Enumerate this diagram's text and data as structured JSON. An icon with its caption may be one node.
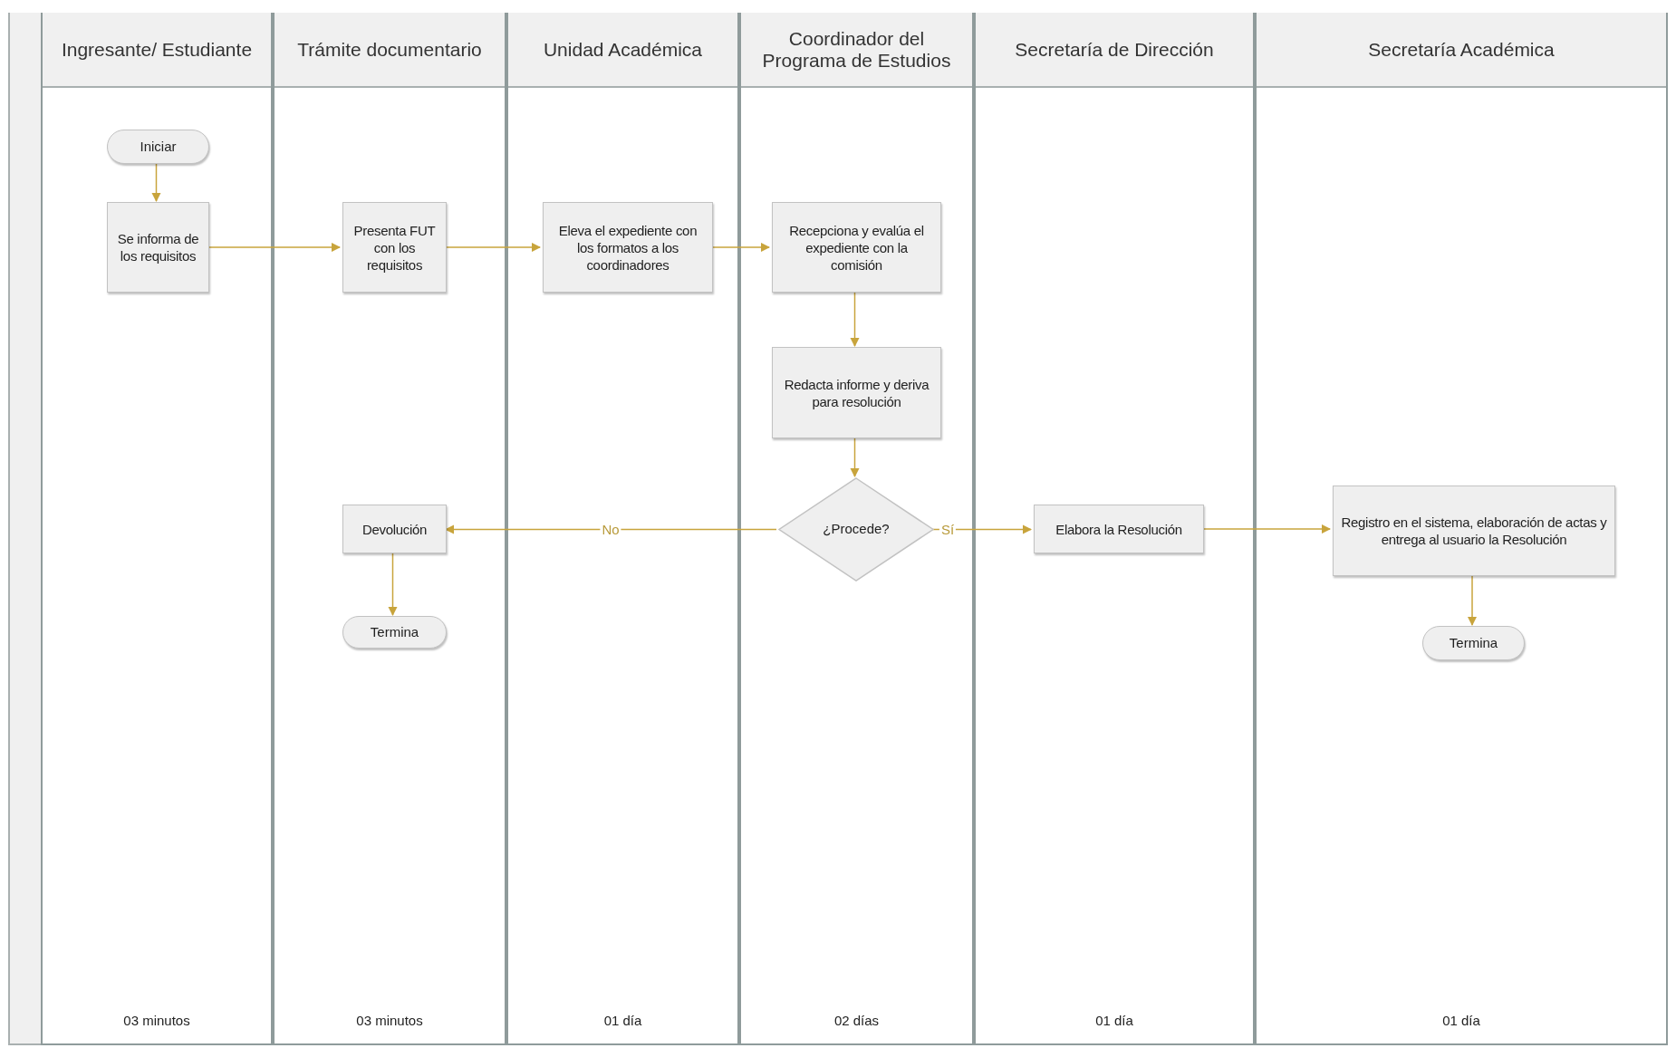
{
  "diagram": {
    "nodes": [
      {
        "text": [
          "Ingresante/ Estudiante",
          "03 minutos"
        ]
      },
      {
        "text": [
          "Trámite documentario",
          "03 minutos"
        ]
      },
      {
        "text": [
          "Unidad Académica",
          "01 día"
        ]
      },
      {
        "text": [
          "Coordinador del Programa de Estudios",
          "02 días"
        ]
      },
      {
        "text": [
          "Secretaría de Dirección",
          "01 día"
        ]
      },
      {
        "text": [
          "Secretaría Académica",
          "01 día"
        ]
      },
      {
        "text": [
          "Iniciar"
        ],
        "in": 0
      },
      {
        "text": [
          "Se informa de los requisitos"
        ],
        "in": 0
      },
      {
        "text": [
          "Presenta FUT con los requisitos"
        ],
        "in": 1
      },
      {
        "text": [
          "Eleva el expediente con los formatos a los coordinadores"
        ],
        "in": 2
      },
      {
        "text": [
          "Recepciona y evalúa el expediente con la comisión"
        ],
        "in": 3
      },
      {
        "text": [
          "Redacta informe y deriva para resolución"
        ],
        "in": 3
      },
      {
        "text": [
          "¿Procede?"
        ],
        "in": 3
      },
      {
        "text": [
          "Devolución"
        ],
        "in": 1
      },
      {
        "text": [
          "Termina"
        ],
        "in": 1
      },
      {
        "text": [
          "Elabora la Resolución"
        ],
        "in": 4
      },
      {
        "text": [
          "Registro en el sistema, elaboración de actas y entrega al usuario la Resolución"
        ],
        "in": 5
      },
      {
        "text": [
          "Termina"
        ],
        "in": 5
      }
    ],
    "edges": [
      {
        "from": 6,
        "to": 7,
        "arrow": "to"
      },
      {
        "from": 7,
        "to": 8,
        "arrow": "to"
      },
      {
        "from": 8,
        "to": 9,
        "arrow": "to"
      },
      {
        "from": 9,
        "to": 10,
        "arrow": "to"
      },
      {
        "from": 10,
        "to": 11,
        "arrow": "to"
      },
      {
        "from": 11,
        "to": 12,
        "arrow": "to"
      },
      {
        "from": 12,
        "to": 13,
        "arrow": "to",
        "label": "No"
      },
      {
        "from": 12,
        "to": 15,
        "arrow": "to",
        "label": "Sí"
      },
      {
        "from": 15,
        "to": 16,
        "arrow": "to"
      },
      {
        "from": 13,
        "to": 14,
        "arrow": "to"
      },
      {
        "from": 16,
        "to": 17,
        "arrow": "to"
      }
    ]
  }
}
